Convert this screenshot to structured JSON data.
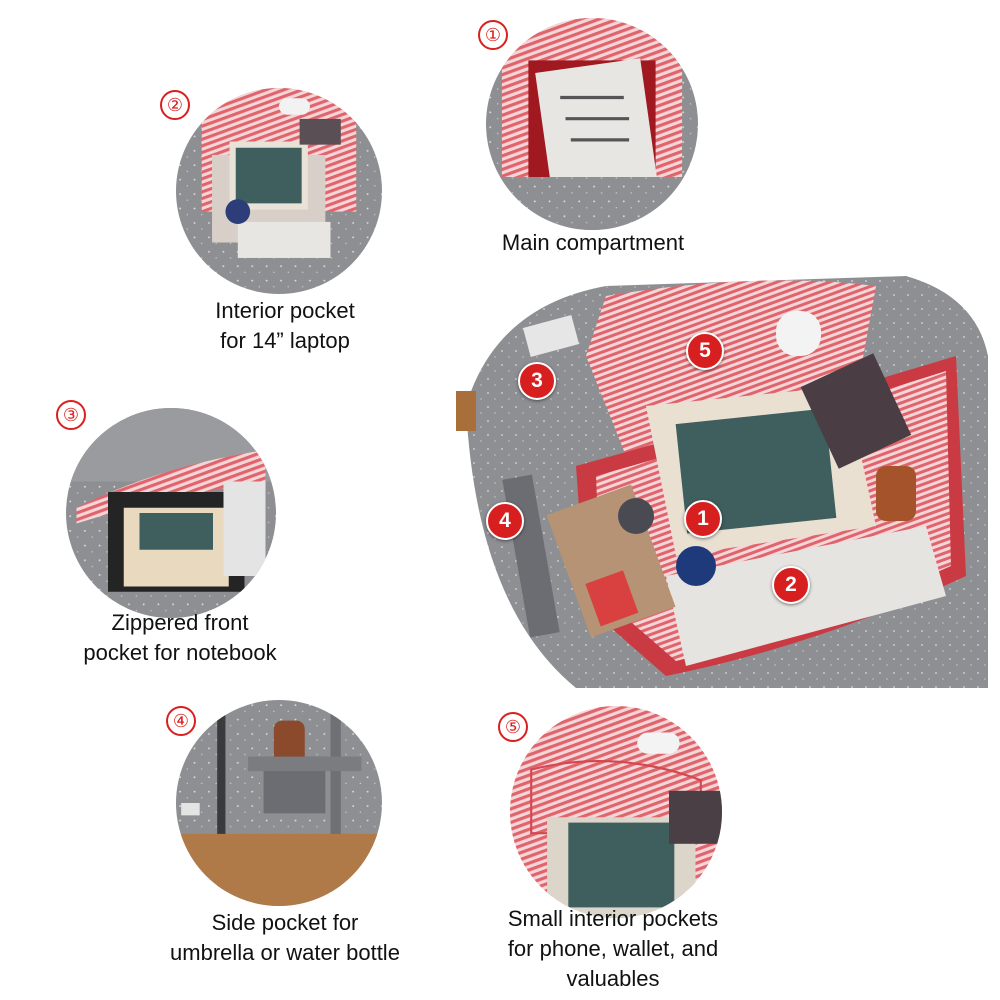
{
  "colors": {
    "accent_red": "#d9201f",
    "fabric_gray": "#8f9094",
    "lining_red": "#e8767c",
    "leather_brown": "#b8783e"
  },
  "features": [
    {
      "number": "①",
      "caption_lines": [
        "Main compartment"
      ]
    },
    {
      "number": "②",
      "caption_lines": [
        "Interior pocket",
        "for 14” laptop"
      ]
    },
    {
      "number": "③",
      "caption_lines": [
        "Zippered front",
        "pocket for notebook"
      ]
    },
    {
      "number": "④",
      "caption_lines": [
        "Side pocket for",
        "umbrella or water bottle"
      ]
    },
    {
      "number": "⑤",
      "caption_lines": [
        "Small interior pockets",
        "for phone, wallet, and",
        "valuables"
      ]
    }
  ],
  "hero_badges": [
    "1",
    "2",
    "3",
    "4",
    "5"
  ]
}
